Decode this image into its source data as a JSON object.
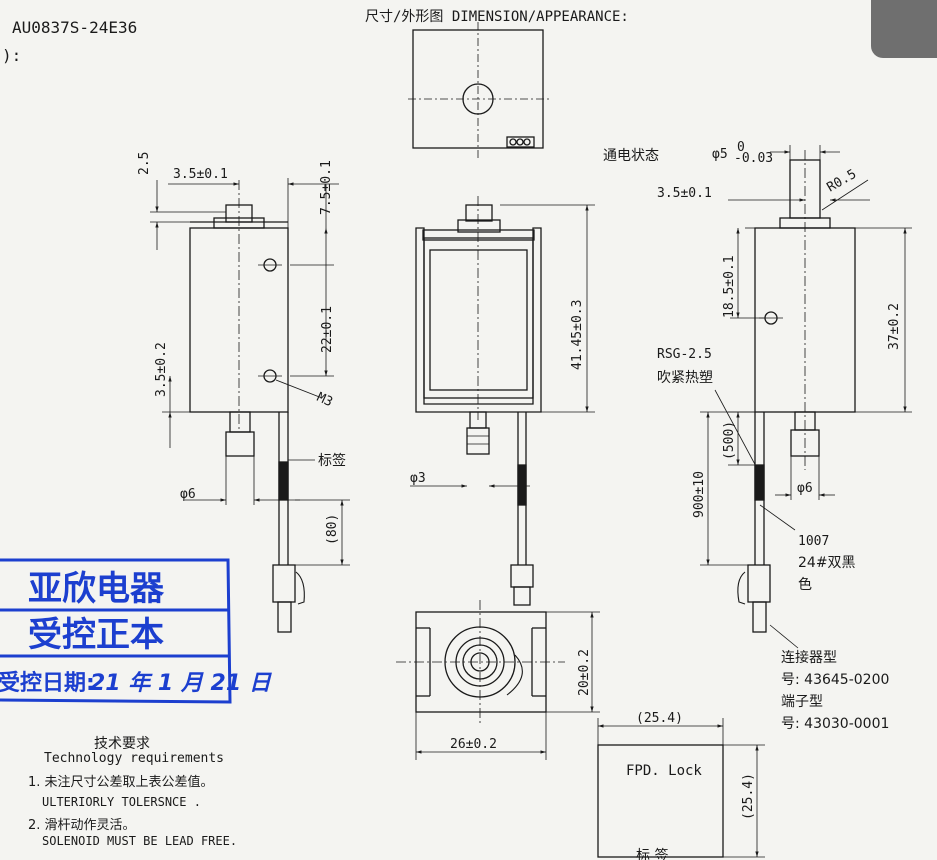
{
  "header": {
    "part_number": "AU0837S-24E36",
    "part_suffix": "):",
    "dimension_title": "尺寸/外形图 DIMENSION/APPEARANCE:"
  },
  "left_view": {
    "dim_top_stub": "2.5",
    "dim_shaft_offset": "3.5±0.1",
    "dim_top_right": "7.5±0.1",
    "dim_body_mid": "22±0.1",
    "dim_left_vertical": "3.5±0.2",
    "thread_label": "M3",
    "label_tag": "标签",
    "dim_phi6": "φ6",
    "dim_80": "(80)"
  },
  "center_view": {
    "dim_height": "41.45±0.3",
    "dim_phi3": "φ3",
    "dim_bottom_height": "20±0.2",
    "dim_bottom_width": "26±0.2"
  },
  "right_view": {
    "energized_state": "通电状态",
    "dim_phi5_main": "φ5",
    "dim_phi5_upper_tol": "0",
    "dim_phi5_lower_tol": "-0.03",
    "radius_label": "R0.5",
    "dim_shaft_offset": "3.5±0.1",
    "dim_18_5": "18.5±0.1",
    "dim_37": "37±0.2",
    "rsg_label": "RSG-2.5",
    "heat_shrink_label": "吹紧热塑",
    "dim_500": "(500)",
    "dim_900": "900±10",
    "dim_phi6": "φ6",
    "wire_spec_1": "1007",
    "wire_spec_2": "24#双黑",
    "wire_spec_3": "色",
    "connector_line_1": "连接器型",
    "connector_line_2": "号: 43645-0200",
    "terminal_line_1": "端子型",
    "terminal_line_2": "号: 43030-0001"
  },
  "label_box": {
    "width_dim": "(25.4)",
    "height_dim": "(25.4)",
    "content": "FPD. Lock",
    "caption": "标 签"
  },
  "stamp": {
    "line1": "亚欣电器",
    "line2": "受控正本",
    "date_prefix": "受控日期:",
    "date_handwritten": "21 年 1 月 21 日",
    "color": "#1c3fcf"
  },
  "tech_requirements": {
    "title_cn": "技术要求",
    "title_en": "Technology    requirements",
    "item1_cn": "1. 未注尺寸公差取上表公差值。",
    "item1_en": "ULTERIORLY TOLERSNCE .",
    "item2_cn": "2. 滑杆动作灵活。",
    "item2_en": "SOLENOID MUST BE LEAD FREE."
  }
}
